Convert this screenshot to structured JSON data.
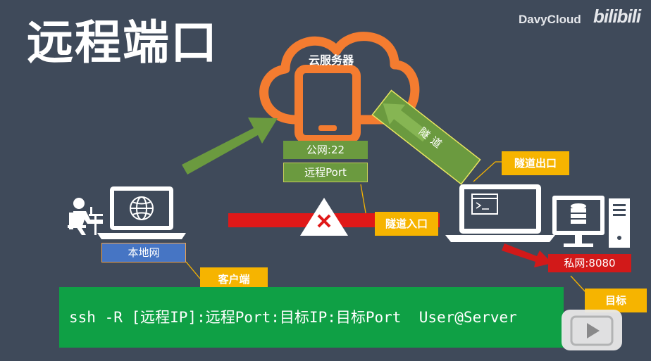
{
  "title": "远程端口",
  "brand": {
    "name": "DavyCloud",
    "logo_text": "bilibili"
  },
  "cloud": {
    "label": "云服务器",
    "public_port": "公网:22",
    "remote_port": "远程Port"
  },
  "tunnel": {
    "label": "隧道",
    "entry": "隧道入口",
    "exit": "隧道出口"
  },
  "client": {
    "network": "本地网",
    "tag": "客户端"
  },
  "target": {
    "network": "私网:8080",
    "tag": "目标"
  },
  "command": "ssh -R [远程IP]:远程Port:目标IP:目标Port  User@Server",
  "icons": [
    "cloud-icon",
    "phone-server-icon",
    "globe-icon",
    "laptop-icon",
    "person-at-desk-icon",
    "terminal-icon",
    "database-icon",
    "server-tower-icon",
    "blocked-x-icon",
    "play-icon"
  ],
  "colors": {
    "background": "#3f4a5a",
    "cloud": "#f47c30",
    "green": "#6b9a3f",
    "red": "#e01818",
    "yellow": "#f6b400",
    "command_bg": "#0fa045",
    "blue": "#4675c4"
  }
}
